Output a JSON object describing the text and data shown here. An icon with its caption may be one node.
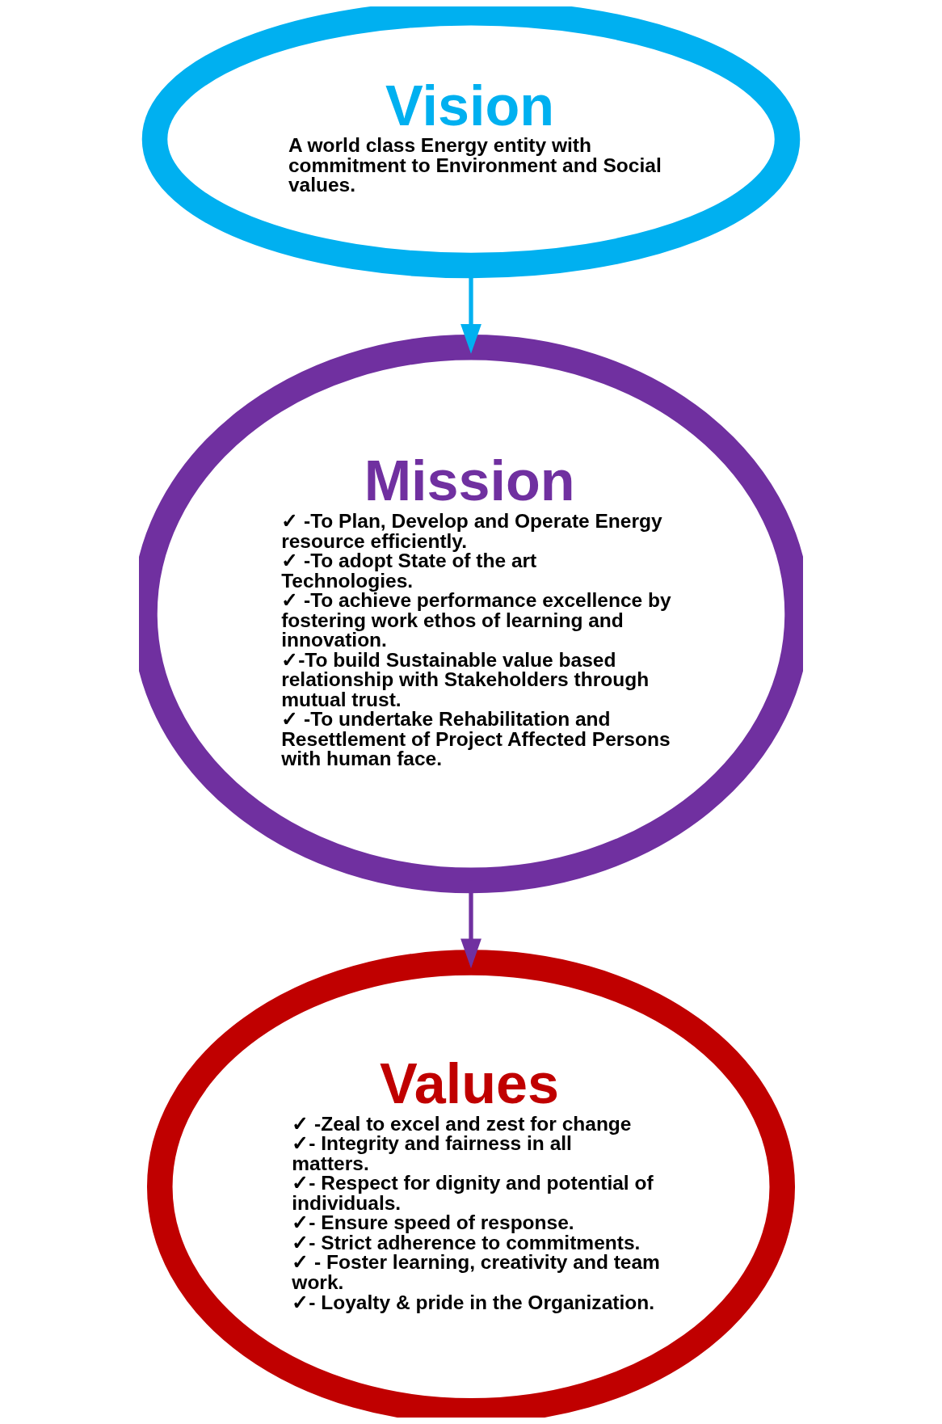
{
  "diagram": {
    "nodes": [
      {
        "text": [
          "Vision",
          "A world class Energy entity with commitment to Environment and Social values."
        ]
      },
      {
        "text": [
          "Mission",
          "✓ -To Plan, Develop and Operate Energy resource efficiently.",
          "✓ -To adopt State of the art Technologies.",
          "✓ -To achieve performance excellence by fostering work ethos of learning and innovation.",
          "✓-To build Sustainable value based relationship with Stakeholders through mutual trust.",
          "✓ -To undertake Rehabilitation and Resettlement of Project Affected Persons with human face."
        ]
      },
      {
        "text": [
          "Values",
          "✓ -Zeal to excel and zest for change",
          "✓- Integrity and fairness in all matters.",
          "✓- Respect for dignity and potential of individuals.",
          "✓- Ensure speed of response.",
          "✓- Strict adherence to commitments.",
          "✓ - Foster learning, creativity and team work.",
          "✓- Loyalty & pride in the Organization."
        ]
      }
    ],
    "edges": [
      {
        "from": 0,
        "to": 1,
        "arrow": "to",
        "color": "#00b0f0"
      },
      {
        "from": 1,
        "to": 2,
        "arrow": "to",
        "color": "#7030a0"
      }
    ]
  }
}
